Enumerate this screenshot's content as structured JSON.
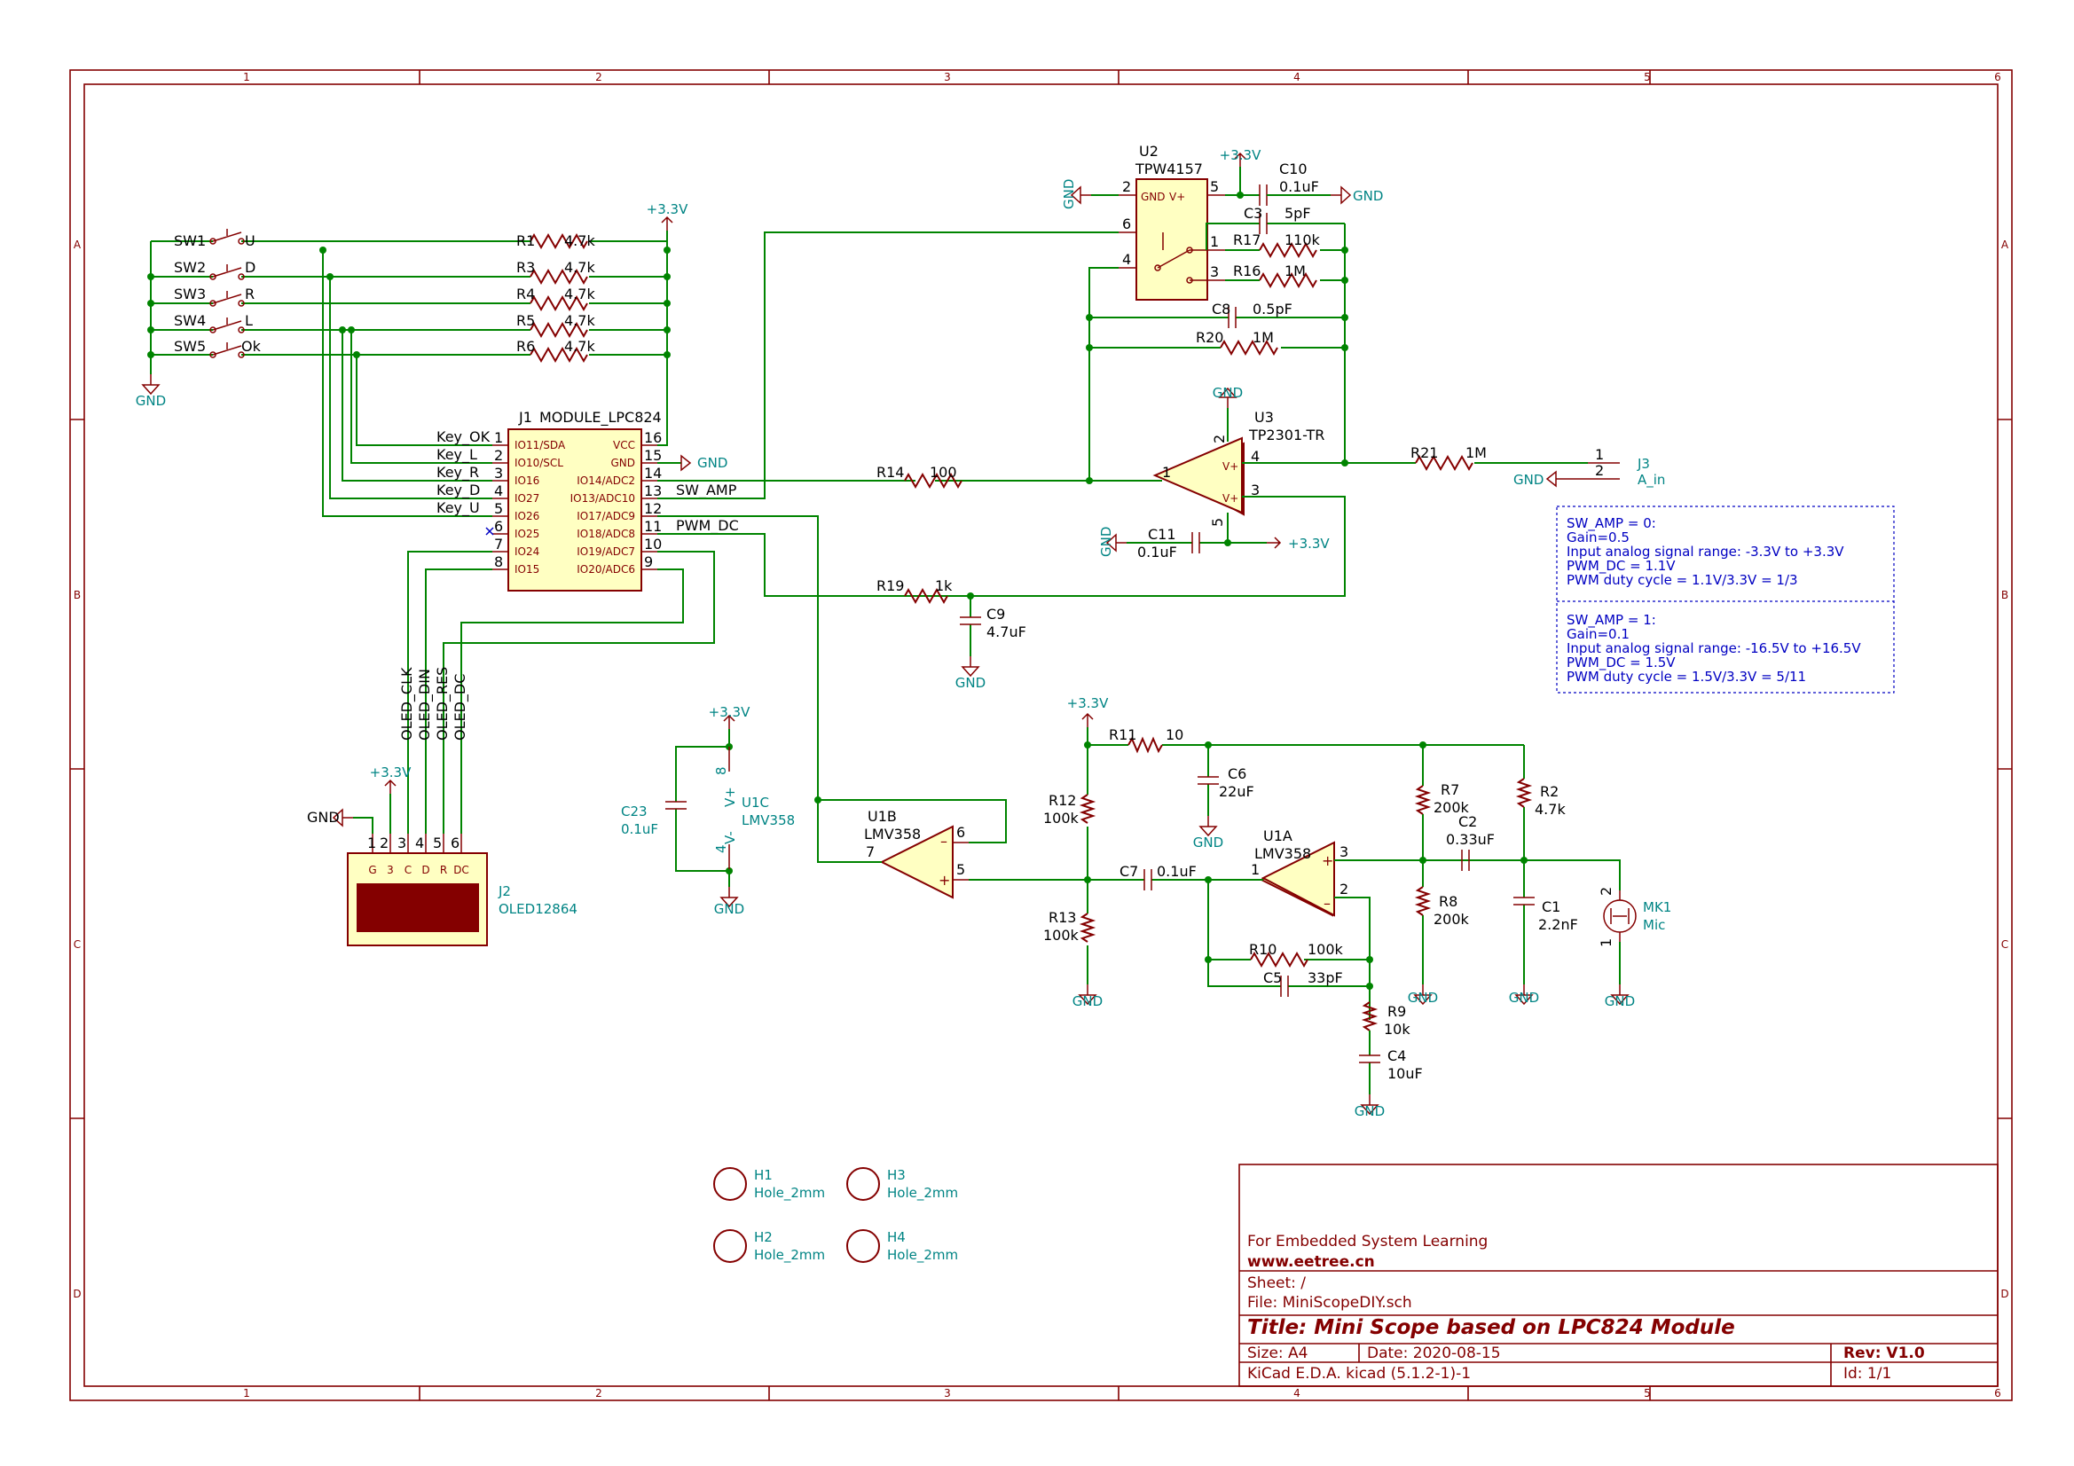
{
  "title_block": {
    "company": "For Embedded System Learning",
    "website": "www.eetree.cn",
    "sheet": "Sheet: /",
    "file": "File: MiniScopeDIY.sch",
    "title": "Title: Mini Scope based on LPC824 Module",
    "size": "Size: A4",
    "date": "Date: 2020-08-15",
    "rev": "Rev: V1.0",
    "tool": "KiCad E.D.A.  kicad (5.1.2-1)-1",
    "id": "Id: 1/1"
  },
  "frame": {
    "columns": [
      "1",
      "2",
      "3",
      "4",
      "5",
      "6"
    ],
    "rows": [
      "A",
      "B",
      "C",
      "D"
    ]
  },
  "notes": {
    "box1": [
      "SW_AMP = 0:",
      "Gain=0.5",
      "Input analog signal range: -3.3V to +3.3V",
      "PWM_DC = 1.1V",
      "PWM duty cycle = 1.1V/3.3V = 1/3"
    ],
    "box2": [
      "SW_AMP = 1:",
      "Gain=0.1",
      "Input analog signal range: -16.5V to +16.5V",
      "PWM_DC = 1.5V",
      "PWM duty cycle = 1.5V/3.3V = 5/11"
    ]
  },
  "power": {
    "vcc": "+3.3V",
    "gnd": "GND"
  },
  "switches": [
    {
      "ref": "SW1",
      "key": "U",
      "res": "R1",
      "val": "4.7k"
    },
    {
      "ref": "SW2",
      "key": "D",
      "res": "R3",
      "val": "4.7k"
    },
    {
      "ref": "SW3",
      "key": "R",
      "res": "R4",
      "val": "4.7k"
    },
    {
      "ref": "SW4",
      "key": "L",
      "res": "R5",
      "val": "4.7k"
    },
    {
      "ref": "SW5",
      "key": "Ok",
      "res": "R6",
      "val": "4.7k"
    }
  ],
  "j1": {
    "ref": "J1",
    "value": "MODULE_LPC824",
    "left_pins": [
      {
        "num": "1",
        "name": "IO11/SDA",
        "net": "Key_OK"
      },
      {
        "num": "2",
        "name": "IO10/SCL",
        "net": "Key_L"
      },
      {
        "num": "3",
        "name": "IO16",
        "net": "Key_R"
      },
      {
        "num": "4",
        "name": "IO27",
        "net": "Key_D"
      },
      {
        "num": "5",
        "name": "IO26",
        "net": "Key_U"
      },
      {
        "num": "6",
        "name": "IO25",
        "net": ""
      },
      {
        "num": "7",
        "name": "IO24",
        "net": ""
      },
      {
        "num": "8",
        "name": "IO15",
        "net": ""
      }
    ],
    "right_pins": [
      {
        "num": "16",
        "name": "VCC",
        "net": ""
      },
      {
        "num": "15",
        "name": "GND",
        "net": ""
      },
      {
        "num": "14",
        "name": "IO14/ADC2",
        "net": ""
      },
      {
        "num": "13",
        "name": "IO13/ADC10",
        "net": "SW_AMP"
      },
      {
        "num": "12",
        "name": "IO17/ADC9",
        "net": ""
      },
      {
        "num": "11",
        "name": "IO18/ADC8",
        "net": "PWM_DC"
      },
      {
        "num": "10",
        "name": "IO19/ADC7",
        "net": ""
      },
      {
        "num": "9",
        "name": "IO20/ADC6",
        "net": ""
      }
    ]
  },
  "oled": {
    "ref": "J2",
    "value": "OLED12864",
    "pins": [
      {
        "num": "1",
        "name": "G"
      },
      {
        "num": "2",
        "name": "3"
      },
      {
        "num": "3",
        "name": "C"
      },
      {
        "num": "4",
        "name": "D"
      },
      {
        "num": "5",
        "name": "R"
      },
      {
        "num": "6",
        "name": "DC"
      }
    ],
    "nets": [
      "OLED_CLK",
      "OLED_DIN",
      "OLED_RES",
      "OLED_DC"
    ]
  },
  "u2": {
    "ref": "U2",
    "value": "TPW4157",
    "pin_labels": [
      "GND",
      "V+"
    ],
    "pins": [
      "2",
      "5",
      "6",
      "1",
      "4",
      "3"
    ]
  },
  "u3": {
    "ref": "U3",
    "value": "TP2301-TR",
    "pins": [
      "1",
      "2",
      "3",
      "4",
      "5"
    ]
  },
  "u1a": {
    "ref": "U1A",
    "value": "LMV358",
    "pins": [
      "1",
      "2",
      "3"
    ]
  },
  "u1b": {
    "ref": "U1B",
    "value": "LMV358",
    "pins": [
      "5",
      "6",
      "7"
    ]
  },
  "u1c": {
    "ref": "U1C",
    "value": "LMV358",
    "pins": [
      "8",
      "4"
    ],
    "pin_labels": [
      "V+",
      "V-"
    ]
  },
  "j3": {
    "ref": "J3",
    "pins": [
      "1",
      "2"
    ],
    "labels": [
      "",
      "A_in"
    ]
  },
  "mic": {
    "ref": "MK1",
    "value": "Mic",
    "pins": [
      "1",
      "2"
    ]
  },
  "parts": [
    {
      "ref": "R17",
      "val": "110k"
    },
    {
      "ref": "R16",
      "val": "1M"
    },
    {
      "ref": "C8",
      "val": "0.5pF"
    },
    {
      "ref": "R20",
      "val": "1M"
    },
    {
      "ref": "C10",
      "val": "0.1uF"
    },
    {
      "ref": "C3",
      "val": "5pF"
    },
    {
      "ref": "R14",
      "val": "100"
    },
    {
      "ref": "R21",
      "val": "1M"
    },
    {
      "ref": "C11",
      "val": "0.1uF"
    },
    {
      "ref": "R19",
      "val": "1k"
    },
    {
      "ref": "C9",
      "val": "4.7uF"
    },
    {
      "ref": "C23",
      "val": "0.1uF"
    },
    {
      "ref": "R11",
      "val": "10"
    },
    {
      "ref": "C6",
      "val": "22uF"
    },
    {
      "ref": "R12",
      "val": "100k"
    },
    {
      "ref": "R13",
      "val": "100k"
    },
    {
      "ref": "C7",
      "val": "0.1uF"
    },
    {
      "ref": "R10",
      "val": "100k"
    },
    {
      "ref": "C5",
      "val": "33pF"
    },
    {
      "ref": "R9",
      "val": "10k"
    },
    {
      "ref": "C4",
      "val": "10uF"
    },
    {
      "ref": "R7",
      "val": "200k"
    },
    {
      "ref": "R8",
      "val": "200k"
    },
    {
      "ref": "C2",
      "val": "0.33uF"
    },
    {
      "ref": "R2",
      "val": "4.7k"
    },
    {
      "ref": "C1",
      "val": "2.2nF"
    }
  ],
  "holes": [
    {
      "ref": "H1",
      "val": "Hole_2mm"
    },
    {
      "ref": "H3",
      "val": "Hole_2mm"
    },
    {
      "ref": "H2",
      "val": "Hole_2mm"
    },
    {
      "ref": "H4",
      "val": "Hole_2mm"
    }
  ]
}
